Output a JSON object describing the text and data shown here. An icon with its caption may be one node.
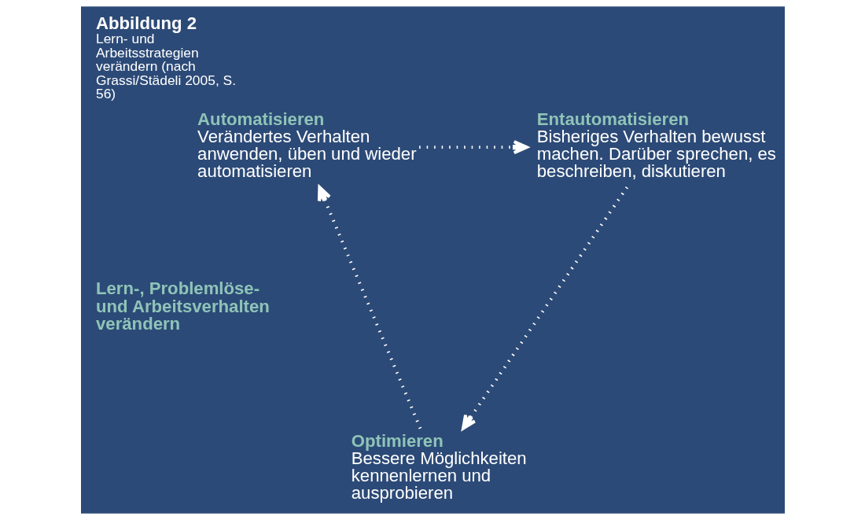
{
  "diagram": {
    "title": "Abbildung 2",
    "caption": "Lern- und Arbeitsstrategien verändern (nach Grassi/Städeli 2005, S. 56)",
    "nodes": [
      {
        "text": [
          "Automatisieren",
          "Verändertes Verhalten anwenden, üben und wieder automatisieren"
        ]
      },
      {
        "text": [
          "Entautomatisieren",
          "Bisheriges Verhalten bewusst machen. Darüber sprechen, es beschreiben, diskutieren"
        ]
      },
      {
        "text": [
          "Optimieren",
          "Bessere Möglichkeiten kennenlernen und ausprobieren"
        ]
      }
    ],
    "edges": [
      {
        "from": 0,
        "to": 1,
        "arrow": "to"
      },
      {
        "from": 1,
        "to": 2,
        "arrow": "to"
      },
      {
        "from": 2,
        "to": 0,
        "arrow": "to"
      }
    ],
    "labels": [
      "Lern-, Problemlöse- und Arbeitsverhalten verändern"
    ]
  }
}
